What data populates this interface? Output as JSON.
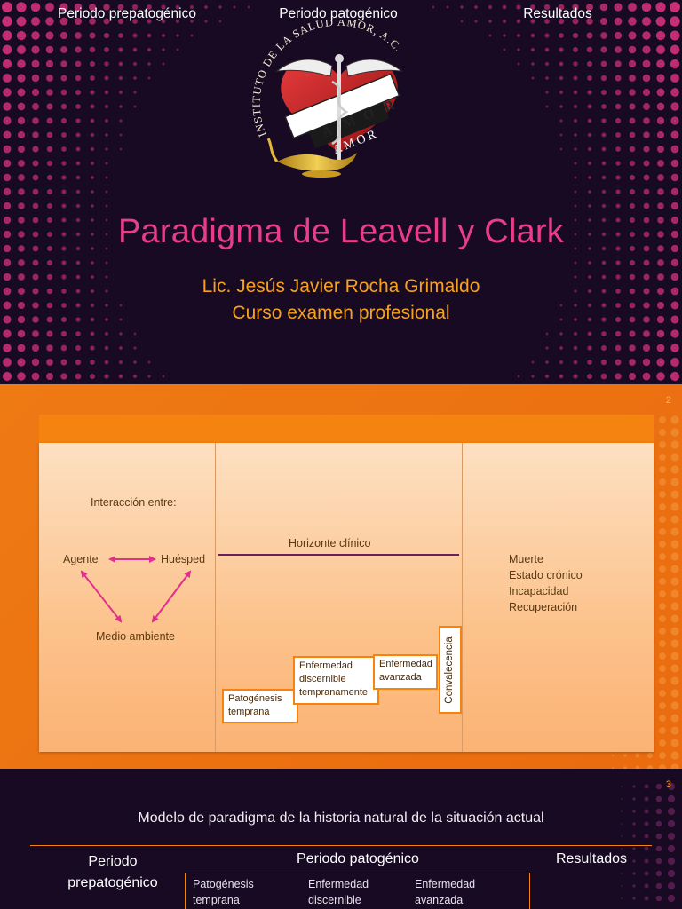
{
  "slide1": {
    "logo_text": "INSTITUTO DE LA SALUD AMOR, A.C.",
    "logo_banner": [
      "A",
      "M",
      "O",
      "R"
    ],
    "logo_ribbon": "AMOR",
    "title": "Paradigma de Leavell y Clark",
    "subtitle1": "Lic. Jesús Javier Rocha Grimaldo",
    "subtitle2": "Curso examen profesional",
    "colors": {
      "background": "#170a22",
      "title": "#e83d8a",
      "subtitle": "#f7a21b",
      "dots": "#e0357f"
    }
  },
  "slide2": {
    "page_number": "2",
    "headers": [
      "Periodo prepatogénico",
      "Periodo patogénico",
      "Resultados"
    ],
    "interaction_label": "Interacción entre:",
    "agent": "Agente",
    "host": "Huésped",
    "environment": "Medio ambiente",
    "clinical_horizon": "Horizonte clínico",
    "stages": [
      {
        "text": "Patogénesis temprana"
      },
      {
        "text": "Enfermedad discernible tempranamente"
      },
      {
        "text": "Enfermedad avanzada"
      }
    ],
    "convalescence": "Convalecencia",
    "results": [
      "Muerte",
      "Estado crónico",
      "Incapacidad",
      "Recuperación"
    ],
    "colors": {
      "background": "#ee7a14",
      "header": "#f5830f",
      "horizon_line": "#6b1f5e"
    }
  },
  "slide3": {
    "page_number": "3",
    "title": "Modelo de paradigma de la historia natural de la situación actual",
    "col1_line1": "Periodo",
    "col1_line2": "prepatogénico",
    "col2": "Periodo patogénico",
    "col3": "Resultados",
    "stages": [
      {
        "line1": "Patogénesis",
        "line2": "temprana"
      },
      {
        "line1": "Enfermedad",
        "line2": "discernible"
      },
      {
        "line1": "Enfermedad",
        "line2": "avanzada"
      }
    ]
  }
}
